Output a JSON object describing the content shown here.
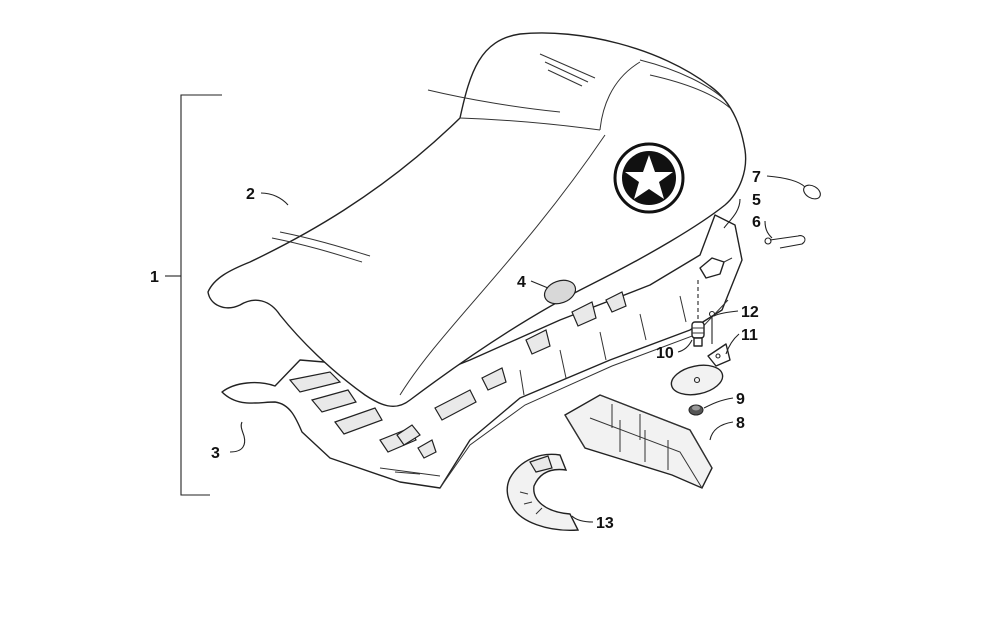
{
  "diagram": {
    "callouts": [
      {
        "id": "1",
        "text": "1"
      },
      {
        "id": "2",
        "text": "2"
      },
      {
        "id": "3",
        "text": "3"
      },
      {
        "id": "4",
        "text": "4"
      },
      {
        "id": "5",
        "text": "5"
      },
      {
        "id": "6",
        "text": "6"
      },
      {
        "id": "7",
        "text": "7"
      },
      {
        "id": "8",
        "text": "8"
      },
      {
        "id": "9",
        "text": "9"
      },
      {
        "id": "10",
        "text": "10"
      },
      {
        "id": "11",
        "text": "11"
      },
      {
        "id": "12",
        "text": "12"
      },
      {
        "id": "13",
        "text": "13"
      }
    ],
    "line_color": "#222222",
    "background": "#ffffff",
    "emblem_icon": "star-emblem-icon"
  }
}
